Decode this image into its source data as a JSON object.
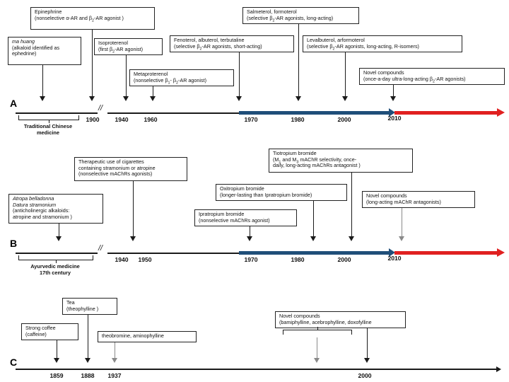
{
  "figure": {
    "sections": [
      "A",
      "B",
      "C"
    ]
  },
  "colors": {
    "blue": "#1f4e79",
    "red": "#e02020",
    "line": "#1a1a1a",
    "gray_arrow": "#8a8a8a"
  },
  "panel_a": {
    "section_label": "A",
    "bracket_caption_line1": "Traditional Chinese",
    "bracket_caption_line2": "medicine",
    "break_mark": "//",
    "years": [
      "1900",
      "1940",
      "1960",
      "1970",
      "1980",
      "2000",
      "2010"
    ],
    "boxes": [
      {
        "name": "ma-huang",
        "line1": "ma huang",
        "line2": "(alkaloid identified as",
        "line3": "ephedrine)"
      },
      {
        "name": "epinephrine",
        "line1": "Epinephrine",
        "line2": "(nonselective α-AR and β",
        "line2_sub": "2",
        "line2_end": "-AR agonist )"
      },
      {
        "name": "isoproterenol",
        "line1": "Isoproterenol",
        "line2": "(first β",
        "line2_sub": "2",
        "line2_end": "-AR agonist)"
      },
      {
        "name": "metaproterenol",
        "line1": "Metaproterenol",
        "line2": "(nonselective β",
        "line2_sub": "1",
        "line2_mid": "- β",
        "line2_sub2": "2",
        "line2_end": "-AR agonist)"
      },
      {
        "name": "fenoterol-albuterol-terbutaline",
        "line1": "Fenoterol, albuterol, terbutaline",
        "line2": "(selective β",
        "line2_sub": "2",
        "line2_end": "-AR agonists, short-acting)"
      },
      {
        "name": "salmeterol-formoterol",
        "line1": "Salmeterol, formoterol",
        "line2": "(selective β",
        "line2_sub": "2",
        "line2_end": "-AR agonists, long-acting)"
      },
      {
        "name": "levalbuterol-arformoterol",
        "line1": "Levalbuterol, arformoterol",
        "line2": "(selective β",
        "line2_sub": "2",
        "line2_end": "-AR agonists, long-acting, R-isomers)"
      },
      {
        "name": "novel-compounds-a",
        "line1": "Novel compounds",
        "line2": "(once-a-day ultra-long-acting β",
        "line2_sub": "2",
        "line2_end": "-AR agonists)"
      }
    ]
  },
  "panel_b": {
    "section_label": "B",
    "bracket_caption_line1": "Ayurvedic medicine",
    "bracket_caption_line2": "17th century",
    "break_mark": "//",
    "years": [
      "1940",
      "1950",
      "1970",
      "1980",
      "2000",
      "2010"
    ],
    "boxes": [
      {
        "name": "atropa-belladonna",
        "line1": "Atropa belladonna",
        "line2": "Datura stramonium",
        "line3": "(anticholinergic alkaloids:",
        "line4": "atropine and stramonium )"
      },
      {
        "name": "therapeutic-cigarettes",
        "line1": "Therapeutic use of cigarettes",
        "line2": "containing stramonium or atropine",
        "line3": "(nonselective mAChRs agonists)"
      },
      {
        "name": "ipratropium-bromide",
        "line1": "Ipratropium bromide",
        "line2": "(nonselective mAChRs agonist)"
      },
      {
        "name": "oxitropium-bromide",
        "line1": "Oxitropium bromide",
        "line2": "(longer-lasting  than Ipratropium bromide)"
      },
      {
        "name": "tiotropium-bromide",
        "line1": "Tiotropium bromide",
        "line2_a": "(M",
        "line2_sub1": "1",
        "line2_b": " and M",
        "line2_sub2": "3",
        "line2_c": " mAChR  selectivity, once-",
        "line3": "daily, long-acting mAChRs antagonist )"
      },
      {
        "name": "novel-compounds-b",
        "line1": "Novel compounds",
        "line2": "(long-acting mAChR antagonists)"
      }
    ]
  },
  "panel_c": {
    "section_label": "C",
    "years": [
      "1859",
      "1888",
      "1937",
      "2000"
    ],
    "boxes": [
      {
        "name": "strong-coffee",
        "line1": "Strong coffee",
        "line2": "(caffeine)"
      },
      {
        "name": "tea-theophylline",
        "line1": "Tea",
        "line2": "(theophylline )"
      },
      {
        "name": "theobromine-aminophylline",
        "line1": "theobromine, aminophylline"
      },
      {
        "name": "novel-compounds-c",
        "line1": "Novel compounds",
        "line2": "(bamiphylline, acebrophylline, doxofylline"
      }
    ]
  }
}
